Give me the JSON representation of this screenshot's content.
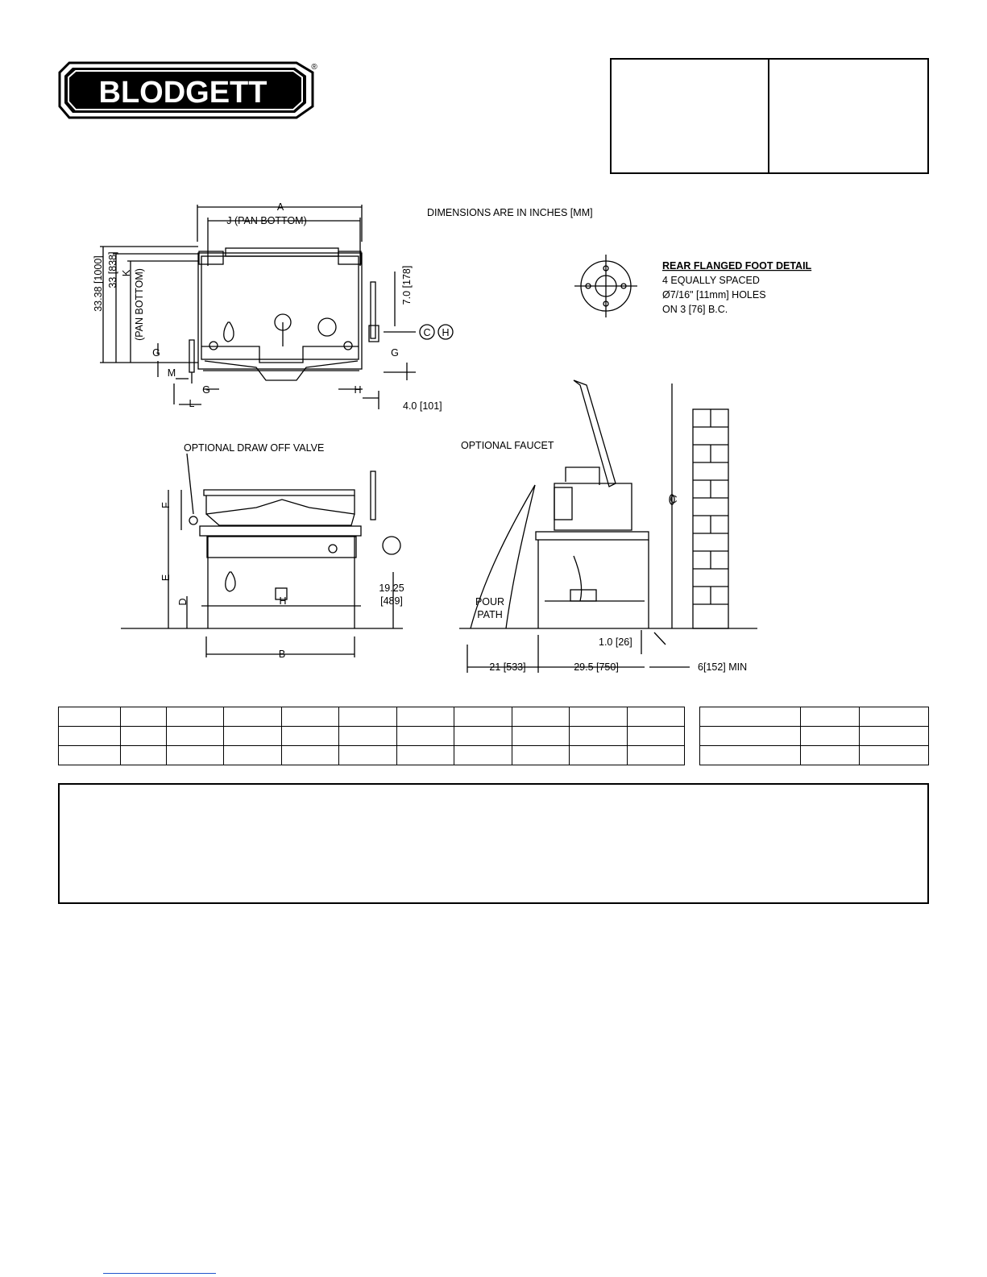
{
  "header": {
    "brand": "BLODGETT",
    "registered_mark": "®"
  },
  "drawing": {
    "dimensions_note": "DIMENSIONS ARE IN INCHES [MM]",
    "top_view": {
      "label_a": "A",
      "label_j": "J (PAN BOTTOM)",
      "label_overall_height": "33.38 [1000]",
      "label_pan_height": "33 [838]",
      "label_k": "K",
      "label_k_sub": "(PAN BOTTOM)",
      "label_faucet_rise": "7.0 [178]",
      "label_g_left": "G",
      "label_g_right": "G",
      "label_g_bottom": "G",
      "label_m": "M",
      "label_l": "L",
      "label_h": "H",
      "label_offset": "4.0 [101]",
      "cold_symbol": "C",
      "hot_symbol": "H"
    },
    "foot_detail": {
      "title": "REAR FLANGED FOOT DETAIL",
      "lines": [
        "4 EQUALLY SPACED",
        "Ø7/16\" [11mm] HOLES",
        "ON 3 [76] B.C."
      ]
    },
    "front_view": {
      "valve_label": "OPTIONAL DRAW OFF VALVE",
      "label_f": "F",
      "label_e": "E",
      "label_d": "D",
      "label_b": "B",
      "label_h": "H",
      "label_height": "19.25",
      "label_height_mm": "[489]"
    },
    "side_view": {
      "faucet_label": "OPTIONAL FAUCET",
      "pour_label_1": "POUR",
      "pour_label_2": "PATH",
      "label_c": "C",
      "label_rear": "1.0 [26]",
      "label_pour": "21 [533]",
      "label_depth": "29.5 [750]",
      "label_clearance": "6[152] MIN"
    }
  },
  "colors": {
    "ink": "#000000",
    "paper": "#ffffff",
    "footer_link": "#2255cc"
  }
}
